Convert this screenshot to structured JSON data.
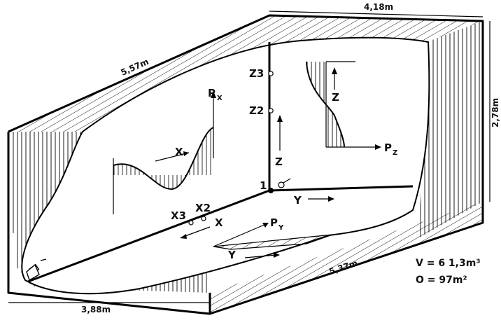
{
  "dimensions": {
    "top_width": "4,18m",
    "top_length": "5,57m",
    "height": "2,78m",
    "floor_length": "5,37m",
    "floor_width": "3,88m"
  },
  "axes": {
    "px": "P",
    "px_sub": "X",
    "pz": "P",
    "pz_sub": "Z",
    "py": "P",
    "py_sub": "Y",
    "x_axis": "X",
    "x_axis_floor": "X",
    "y_axis": "Y",
    "y_axis_floor": "Y",
    "z_axis": "Z",
    "z_axis_profile": "Z"
  },
  "points": {
    "z3": "Z3",
    "z2": "Z2",
    "x3": "X3",
    "x2": "X2",
    "origin": "1"
  },
  "info": {
    "volume": "V = 6 1,3m³",
    "area": "O = 97m²"
  }
}
